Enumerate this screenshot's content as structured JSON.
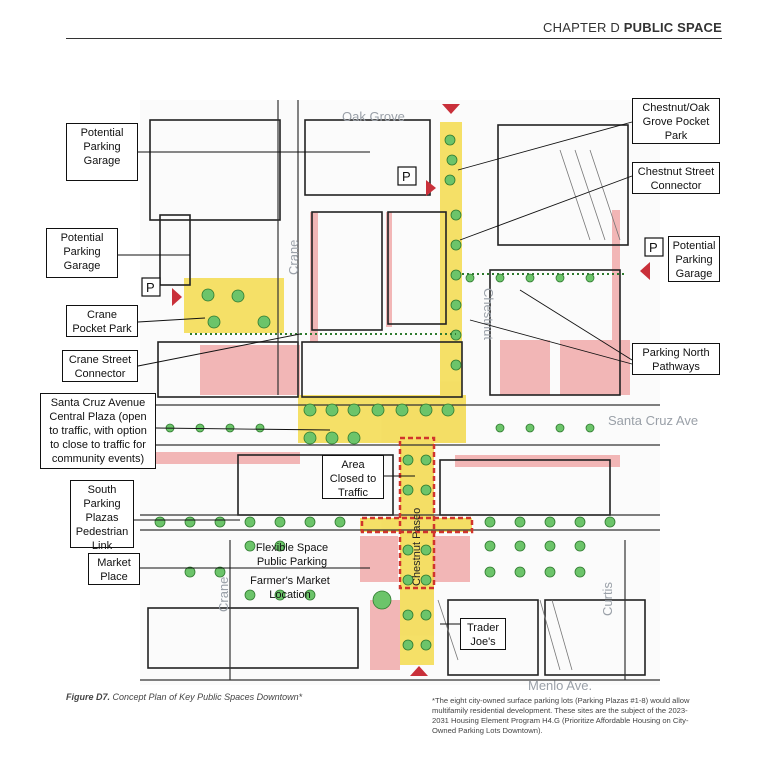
{
  "header": {
    "chapter_prefix": "CHAPTER D",
    "chapter_title": "PUBLIC SPACE"
  },
  "streets": {
    "oak_grove": "Oak Grove",
    "crane_north": "Crane",
    "crane_south": "Crane",
    "chestnut": "Chestnut",
    "chestnut_paseo": "Chestnut Paseo",
    "santa_cruz": "Santa Cruz Ave",
    "curtis": "Curtis",
    "menlo": "Menlo Ave."
  },
  "callouts": {
    "garage_nw": "Potential Parking Garage",
    "garage_w": "Potential Parking Garage",
    "crane_pocket": "Crane Pocket Park",
    "crane_connector": "Crane Street Connector",
    "central_plaza": "Santa Cruz Avenue Central Plaza (open to traffic, with option to close to traffic for community events)",
    "south_link": "South Parking Plazas Pedestrian Link",
    "market_place": "Market Place",
    "area_closed": "Area Closed to Traffic",
    "chestnut_oak_pocket": "Chestnut/Oak Grove Pocket Park",
    "chestnut_connector": "Chestnut Street Connector",
    "garage_e": "Potential Parking Garage",
    "parking_north_pathways": "Parking North Pathways",
    "trader_joes": "Trader Joe's"
  },
  "map_labels": {
    "flexible_space": "Flexible Space",
    "public_parking": "Public Parking",
    "farmers_market": "Farmer's Market",
    "location": "Location",
    "parking_symbol": "P"
  },
  "caption": {
    "figure_label": "Figure D7.",
    "figure_text": "Concept Plan of Key Public Spaces Downtown*"
  },
  "footnote": "*The eight city-owned surface parking lots (Parking Plazas #1-8) would allow multifamily residential development. These sites are the subject of the 2023-2031 Housing Element Program H4.G (Prioritize Affordable Housing on City-Owned Parking Lots Downtown).",
  "colors": {
    "plaza_yellow": "#f3da4c",
    "tree_green": "#6cc46a",
    "building_pink": "#f2b6b6",
    "closure_red": "#d0342c",
    "street_label_gray": "#9aa0a8"
  }
}
